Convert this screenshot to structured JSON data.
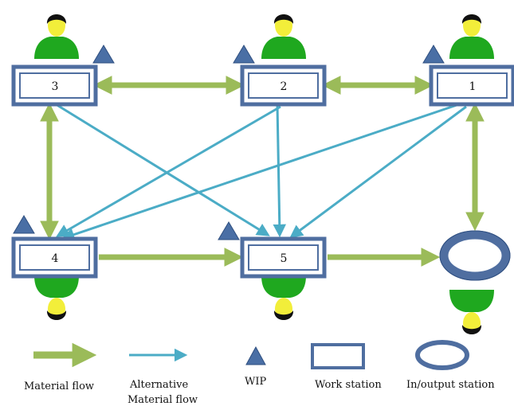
{
  "stations": [
    {
      "id": "3",
      "label": "3"
    },
    {
      "id": "2",
      "label": "2"
    },
    {
      "id": "1",
      "label": "1"
    },
    {
      "id": "4",
      "label": "4"
    },
    {
      "id": "5",
      "label": "5"
    }
  ],
  "io_station": {
    "id": "io"
  },
  "material_flows": [
    {
      "from": "3",
      "to": "2",
      "bidirectional": true
    },
    {
      "from": "2",
      "to": "1",
      "bidirectional": true
    },
    {
      "from": "3",
      "to": "4",
      "bidirectional": true
    },
    {
      "from": "1",
      "to": "io",
      "bidirectional": true
    },
    {
      "from": "4",
      "to": "5",
      "bidirectional": false
    },
    {
      "from": "5",
      "to": "io",
      "bidirectional": false
    }
  ],
  "alternative_flows": [
    {
      "from": "3",
      "to": "5",
      "bidirectional": false
    },
    {
      "from": "2",
      "to": "5",
      "bidirectional": false
    },
    {
      "from": "1",
      "to": "5",
      "bidirectional": false
    },
    {
      "from": "2",
      "to": "4",
      "bidirectional": false
    },
    {
      "from": "1",
      "to": "4",
      "bidirectional": false
    }
  ],
  "legend": {
    "material_flow": "Material flow",
    "alternative_flow_line1": "Alternative",
    "alternative_flow_line2": "Material flow",
    "wip": "WIP",
    "work_station": "Work station",
    "io_station": "In/output station"
  },
  "colors": {
    "material_flow": "#9bbb59",
    "alternative_flow": "#4bacc6",
    "station_border": "#4f6ea0",
    "station_fill": "#ffffff",
    "wip": "#4a6fa5",
    "worker_body": "#1fa81f",
    "worker_head": "#f2ee3a",
    "worker_hair": "#111111"
  },
  "icons": {
    "wip": "triangle-icon",
    "worker": "worker-icon",
    "io_station": "ring-icon"
  }
}
